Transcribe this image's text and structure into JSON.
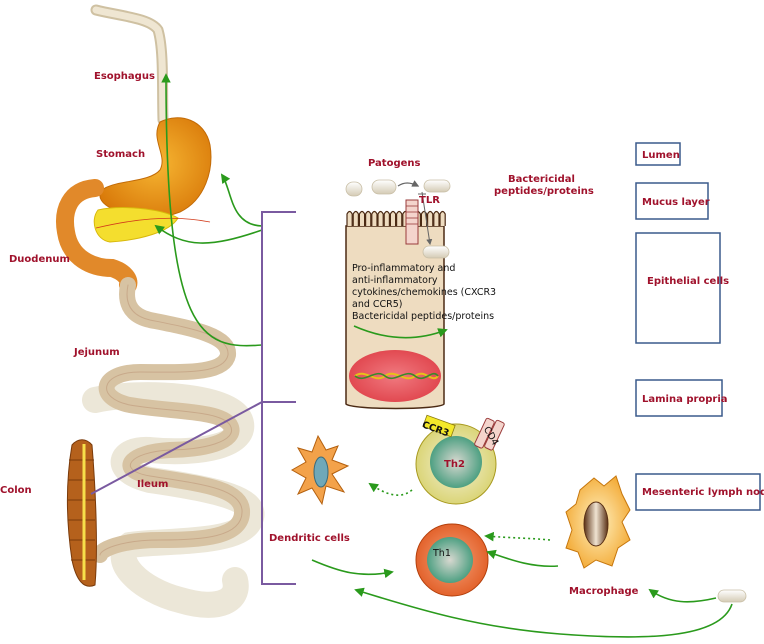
{
  "labels": {
    "esophagus": "Esophagus",
    "stomach": "Stomach",
    "duodenum": "Duodenum",
    "jejunum": "Jejunum",
    "colon": "Colon",
    "ileum": "Ileum",
    "patogens": "Patogens",
    "bactericidal_1": "Bactericidal",
    "bactericidal_2": "peptides/proteins",
    "tlr": "TLR",
    "epi_text": [
      "Pro-inflammatory and",
      "anti-inflammatory",
      "cytokines/chemokines (CXCR3",
      "and CCR5)",
      "Bactericidal peptides/proteins"
    ],
    "ccr3": "CCR3",
    "cd4": "CD4",
    "th2": "Th2",
    "th1": "Th1",
    "dendritic": "Dendritic cells",
    "macrophage": "Macrophage"
  },
  "legend": [
    "Lumen",
    "Mucus layer",
    "Epithelial cells",
    "Lamina propria",
    "Mesenteric lymph node"
  ],
  "colors": {
    "label_red": "#a0122c",
    "legend_border": "#3a5a8c",
    "arrow_green": "#2a9a1c",
    "bracket_purple": "#7a5aa0",
    "tissue_beige": "#e9d5b6"
  }
}
